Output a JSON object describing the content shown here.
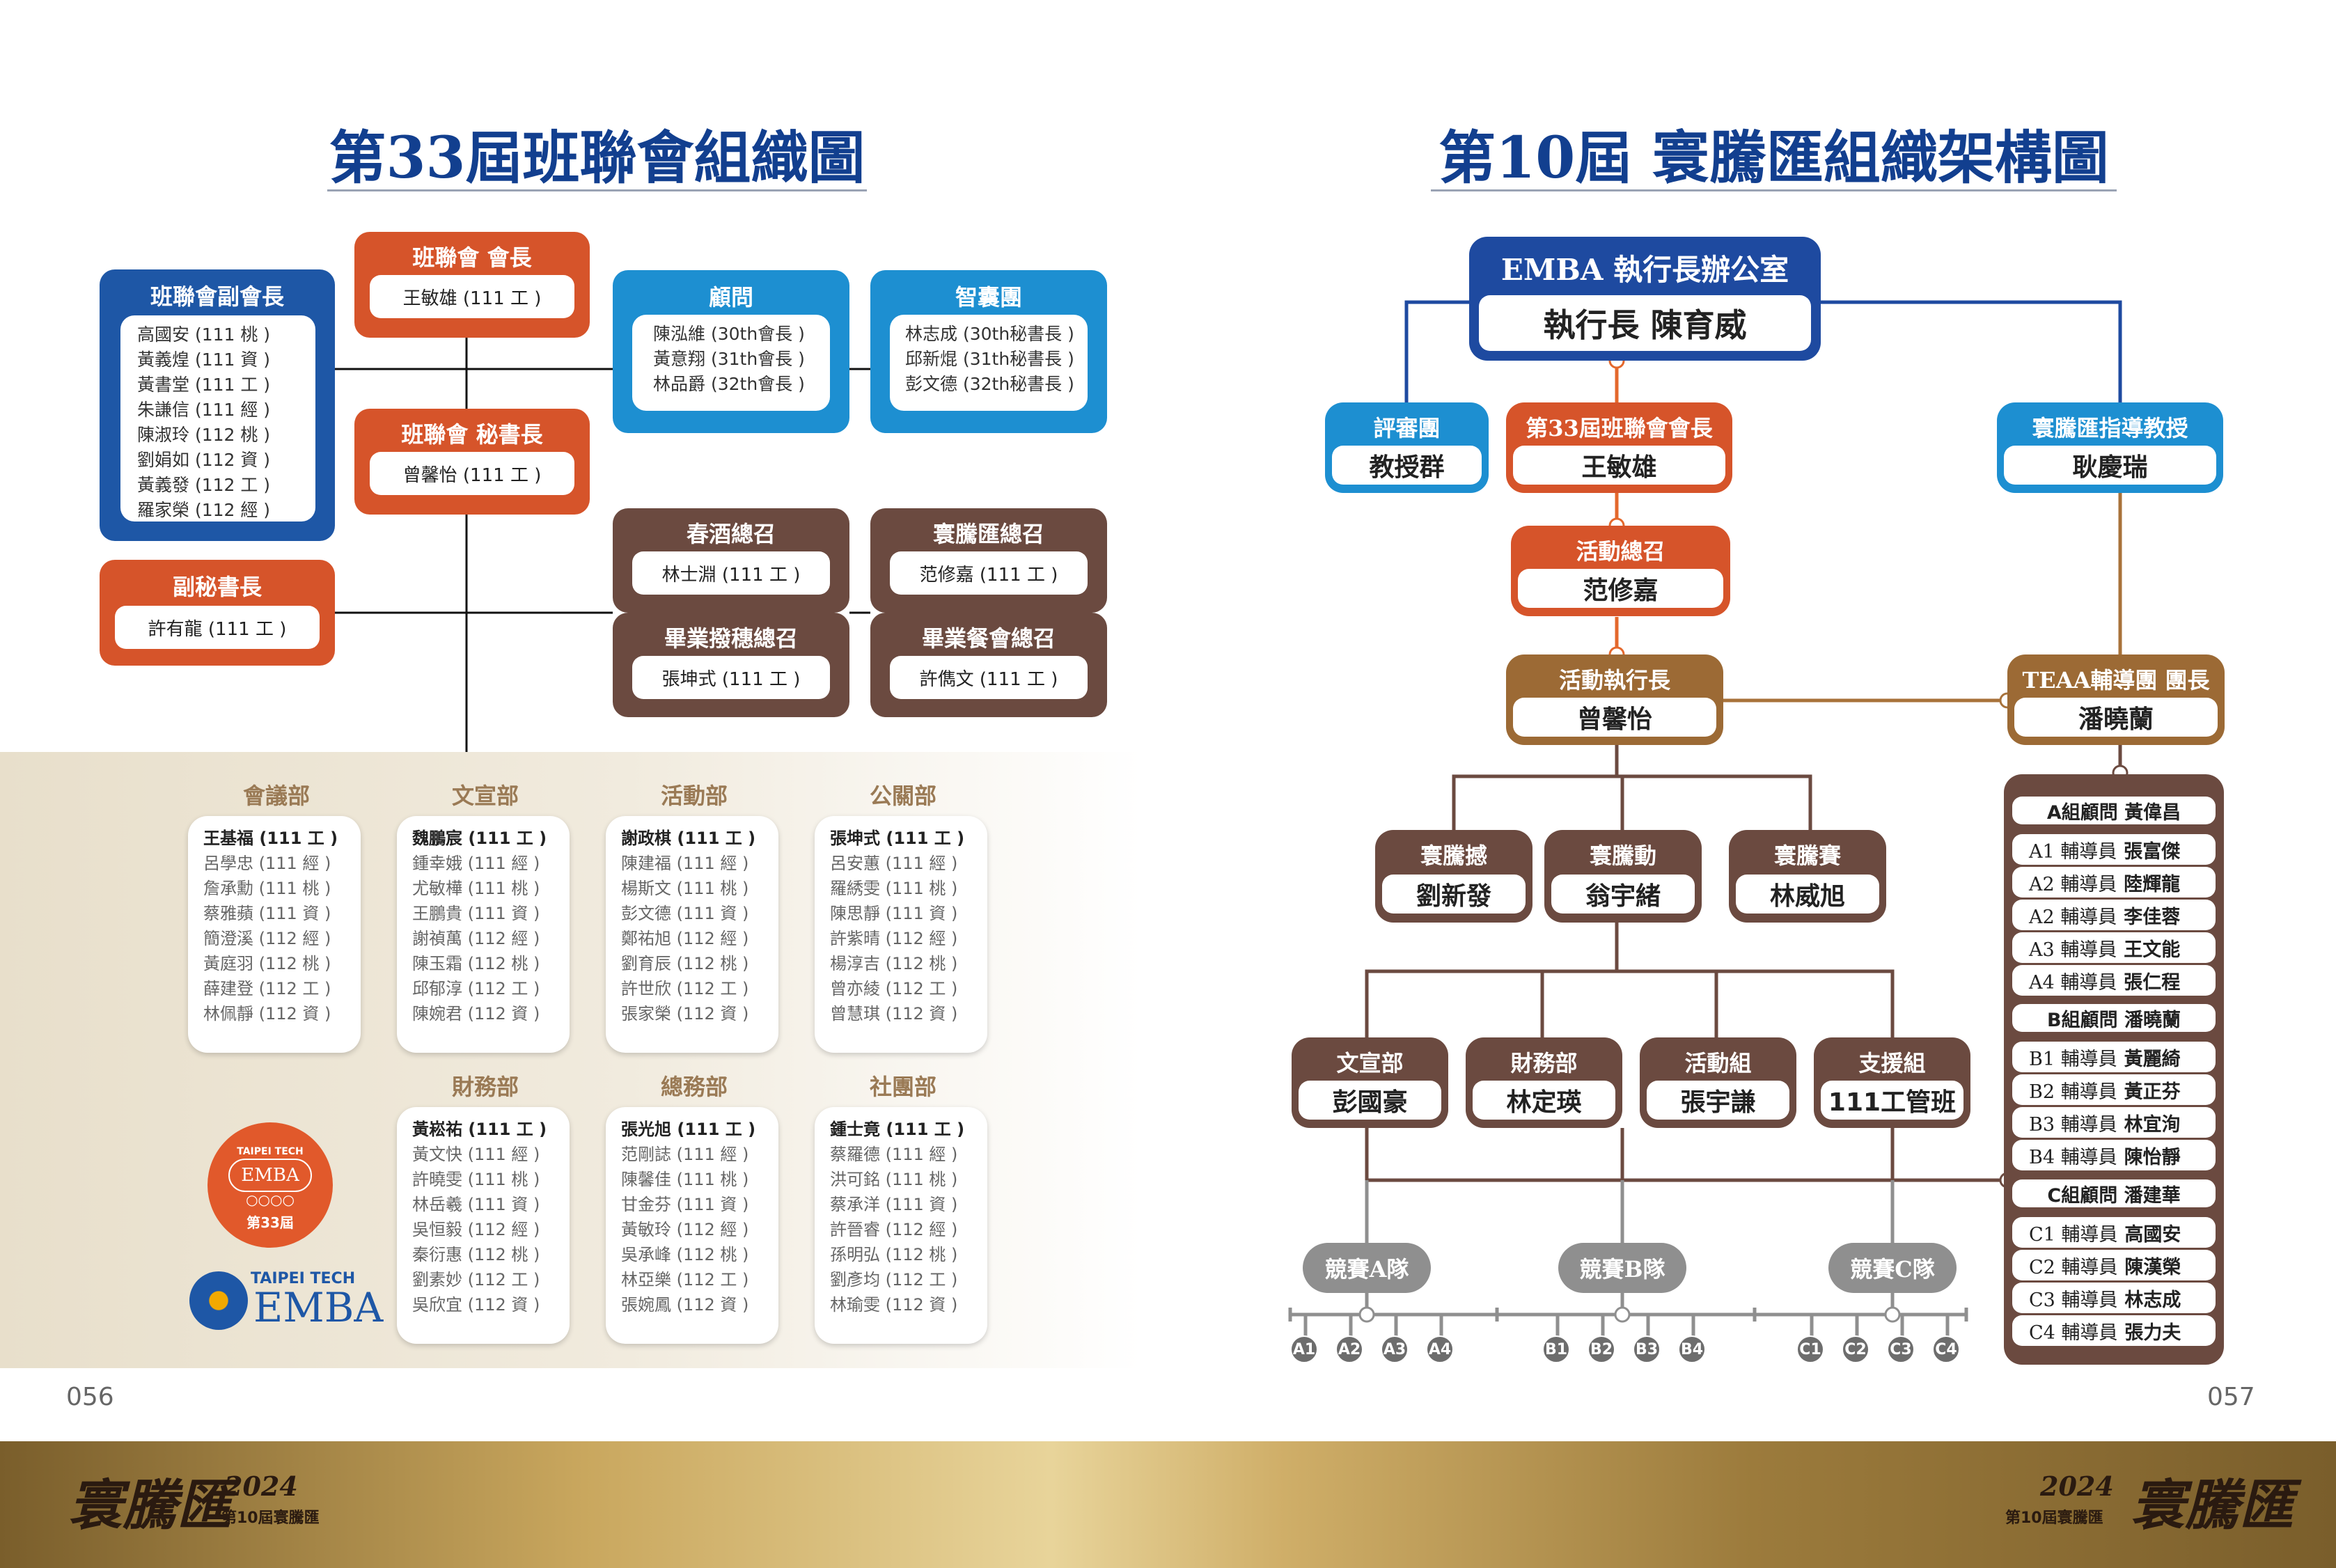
{
  "left": {
    "title": "第33屆班聯會組織圖",
    "president": {
      "title": "班聯會 會長",
      "name": "王敏雄 (111 工 )"
    },
    "vice": {
      "title": "班聯會副會長",
      "names": [
        "高國安 (111 桃 )",
        "黃義煌 (111 資 )",
        "黃書堂 (111 工 )",
        "朱謙信 (111 經 )",
        "陳淑玲 (112 桃 )",
        "劉娟如 (112 資 )",
        "黃義發 (112 工 )",
        "羅家榮 (112 經 )"
      ]
    },
    "advisor": {
      "title": "顧問",
      "names": [
        "陳泓維 (30th會長 )",
        "黃意翔 (31th會長 )",
        "林品爵 (32th會長 )"
      ]
    },
    "think": {
      "title": "智囊團",
      "names": [
        "林志成 (30th秘書長 )",
        "邱新焜 (31th秘書長 )",
        "彭文德 (32th秘書長 )"
      ]
    },
    "secretary": {
      "title": "班聯會 秘書長",
      "name": "曾馨怡 (111 工 )"
    },
    "deputy": {
      "title": "副秘書長",
      "name": "許有龍 (111 工 )"
    },
    "spring": {
      "title": "春酒總召",
      "name": "林士淵 (111 工 )"
    },
    "huanteng": {
      "title": "寰騰匯總召",
      "name": "范修嘉 (111 工 )"
    },
    "grad_cap": {
      "title": "畢業撥穗總召",
      "name": "張坤式 (111 工 )"
    },
    "grad_dinner": {
      "title": "畢業餐會總召",
      "name": "許儁文 (111 工 )"
    },
    "depts": [
      {
        "title": "會議部",
        "names": [
          "王基福 (111 工 )",
          "呂學忠 (111 經 )",
          "詹承勳 (111 桃 )",
          "蔡雅蘋 (111 資 )",
          "簡澄溪 (112 經 )",
          "黃庭羽 (112 桃 )",
          "薛建登 (112 工 )",
          "林佩靜 (112 資 )"
        ]
      },
      {
        "title": "文宣部",
        "names": [
          "魏鵬宸 (111 工 )",
          "鍾幸娥 (111 經 )",
          "尤敏樺 (111 桃 )",
          "王鵬貴 (111 資 )",
          "謝禎萬 (112 經 )",
          "陳玉霜 (112 桃 )",
          "邱郁淳 (112 工 )",
          "陳婉君 (112 資 )"
        ]
      },
      {
        "title": "活動部",
        "names": [
          "謝政棋 (111 工 )",
          "陳建福 (111 經 )",
          "楊斯文 (111 桃 )",
          "彭文德 (111 資 )",
          "鄭祐旭 (112 經 )",
          "劉育辰 (112 桃 )",
          "許世欣 (112 工 )",
          "張家榮 (112 資 )"
        ]
      },
      {
        "title": "公關部",
        "names": [
          "張坤式 (111 工 )",
          "呂安蕙 (111 經 )",
          "羅綉雯 (111 桃 )",
          "陳思靜 (111 資 )",
          "許紫晴 (112 經 )",
          "楊淳吉 (112 桃 )",
          "曾亦綾 (112 工 )",
          "曾慧琪 (112 資 )"
        ]
      },
      {
        "title": "財務部",
        "names": [
          "黃崧祐 (111 工 )",
          "黃文快 (111 經 )",
          "許曉雯 (111 桃 )",
          "林岳羲 (111 資 )",
          "吳恒毅 (112 經 )",
          "秦衍惠 (112 桃 )",
          "劉素妙 (112 工 )",
          "吳欣宜 (112 資 )"
        ]
      },
      {
        "title": "總務部",
        "names": [
          "張光旭 (111 工 )",
          "范剛誌 (111 經 )",
          "陳馨佳 (111 桃 )",
          "甘金芬 (111 資 )",
          "黃敏玲 (112 經 )",
          "吳承峰 (112 桃 )",
          "林亞樂 (112 工 )",
          "張婉鳳 (112 資 )"
        ]
      },
      {
        "title": "社團部",
        "names": [
          "鍾士竟 (111 工 )",
          "蔡羅德 (111 經 )",
          "洪可銘 (111 桃 )",
          "蔡承洋 (111 資 )",
          "許晉睿 (112 經 )",
          "孫明弘 (112 桃 )",
          "劉彥均 (112 工 )",
          "林瑜雯 (112 資 )"
        ]
      }
    ],
    "seal": {
      "top": "TAIPEI TECH",
      "mid": "EMBA",
      "bottom": "第33屆"
    },
    "logo": {
      "top": "TAIPEI TECH",
      "main": "EMBA"
    },
    "page_number": "056"
  },
  "right": {
    "title": "第10屆 寰騰匯組織架構圖",
    "office": {
      "title": "EMBA 執行長辦公室",
      "name": "執行長 陳育威"
    },
    "jury": {
      "title": "評審團",
      "name": "教授群"
    },
    "president": {
      "title": "第33屆班聯會會長",
      "name": "王敏雄"
    },
    "prof": {
      "title": "寰騰匯指導教授",
      "name": "耿慶瑞"
    },
    "convener": {
      "title": "活動總召",
      "name": "范修嘉"
    },
    "executive": {
      "title": "活動執行長",
      "name": "曾馨怡"
    },
    "teaa": {
      "title": "TEAA輔導團 團長",
      "name": "潘曉蘭"
    },
    "mid": [
      {
        "title": "寰騰撼",
        "name": "劉新發"
      },
      {
        "title": "寰騰動",
        "name": "翁宇緒"
      },
      {
        "title": "寰騰賽",
        "name": "林威旭"
      }
    ],
    "bottom": [
      {
        "title": "文宣部",
        "name": "彭國豪"
      },
      {
        "title": "財務部",
        "name": "林定瑛"
      },
      {
        "title": "活動組",
        "name": "張宇謙"
      },
      {
        "title": "支援組",
        "name": "111工管班"
      }
    ],
    "teams": [
      "競賽A隊",
      "競賽B隊",
      "競賽C隊"
    ],
    "subteams": [
      [
        "A1",
        "A2",
        "A3",
        "A4"
      ],
      [
        "B1",
        "B2",
        "B3",
        "B4"
      ],
      [
        "C1",
        "C2",
        "C3",
        "C4"
      ]
    ],
    "groups": [
      {
        "head": "A組顧問 黃偉昌",
        "rows": [
          [
            "A1 輔導員",
            "張富傑"
          ],
          [
            "A2 輔導員",
            "陸輝龍"
          ],
          [
            "A2 輔導員",
            "李佳蓉"
          ],
          [
            "A3 輔導員",
            "王文能"
          ],
          [
            "A4 輔導員",
            "張仁程"
          ]
        ]
      },
      {
        "head": "B組顧問 潘曉蘭",
        "rows": [
          [
            "B1 輔導員",
            "黃麗綺"
          ],
          [
            "B2 輔導員",
            "黃正芬"
          ],
          [
            "B3 輔導員",
            "林宜洵"
          ],
          [
            "B4 輔導員",
            "陳怡靜"
          ]
        ]
      },
      {
        "head": "C組顧問 潘建華",
        "rows": [
          [
            "C1 輔導員",
            "高國安"
          ],
          [
            "C2 輔導員",
            "陳漢榮"
          ],
          [
            "C3 輔導員",
            "林志成"
          ],
          [
            "C4 輔導員",
            "張力夫"
          ]
        ]
      }
    ],
    "page_number": "057"
  },
  "footer": {
    "brand": "寰騰匯",
    "year": "2024",
    "edition": "第10屆寰騰匯"
  },
  "colors": {
    "blue": "#1e57a6",
    "orange": "#d6542a",
    "cyan": "#1d8fd1",
    "brown": "#6b4a40",
    "gold": "#9c6a35",
    "navy": "#1e4aa0"
  }
}
